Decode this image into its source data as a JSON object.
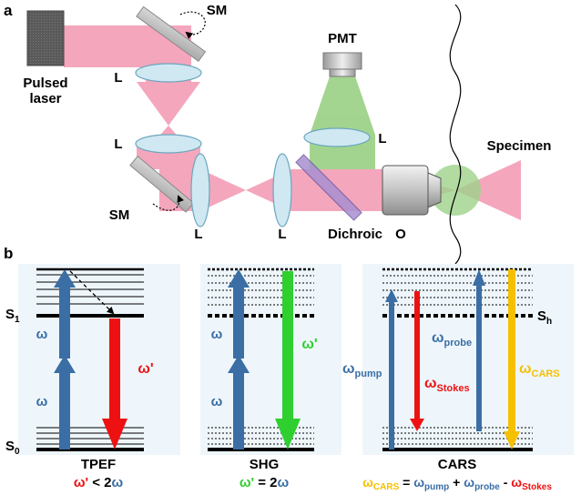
{
  "panel_a": {
    "panel_label": "a",
    "labels": {
      "sm_top": "SM",
      "sm_bottom": "SM",
      "pulsed_line1": "Pulsed",
      "pulsed_line2": "laser",
      "lens_1": "L",
      "lens_2": "L",
      "lens_3": "L",
      "lens_4": "L",
      "lens_pmt": "L",
      "pmt": "PMT",
      "specimen": "Specimen",
      "dichroic": "Dichroic",
      "objective": "O"
    }
  },
  "panel_b": {
    "panel_label": "b",
    "tpef": {
      "title": "TPEF",
      "s1": "S",
      "s1_sub": "1",
      "s0": "S",
      "s0_sub": "0",
      "omega_upper": "ω",
      "omega_lower": "ω",
      "omega_prime": "ω'",
      "eq_lhs": "ω'",
      "eq_mid": " < 2",
      "eq_rhs": "ω"
    },
    "shg": {
      "title": "SHG",
      "omega_upper": "ω",
      "omega_lower": "ω",
      "omega_prime": "ω'",
      "eq_lhs": "ω'",
      "eq_mid": " = 2",
      "eq_rhs": "ω"
    },
    "cars": {
      "title": "CARS",
      "sh": "S",
      "sh_sub": "h",
      "pump": "ω",
      "pump_sub": "pump",
      "stokes": "ω",
      "stokes_sub": "Stokes",
      "probe": "ω",
      "probe_sub": "probe",
      "cars_lbl": "ω",
      "cars_sub": "CARS",
      "eq_w1": "ω",
      "eq_s1": "CARS",
      "eq_op1": " = ",
      "eq_w2": "ω",
      "eq_s2": "pump",
      "eq_op2": " + ",
      "eq_w3": "ω",
      "eq_s3": "probe",
      "eq_op3": " - ",
      "eq_w4": "ω",
      "eq_s4": "Stokes"
    }
  },
  "colors": {
    "beam_pink": "#f4a6bd",
    "green_light": "#9ed28a",
    "lens_blue": "#cfe8f2",
    "arrow_blue": "#3a6ea5",
    "arrow_red": "#ee1111",
    "arrow_green": "#2fcf2f",
    "arrow_yellow": "#f5c000",
    "panel_bg": "#eef6fb"
  }
}
